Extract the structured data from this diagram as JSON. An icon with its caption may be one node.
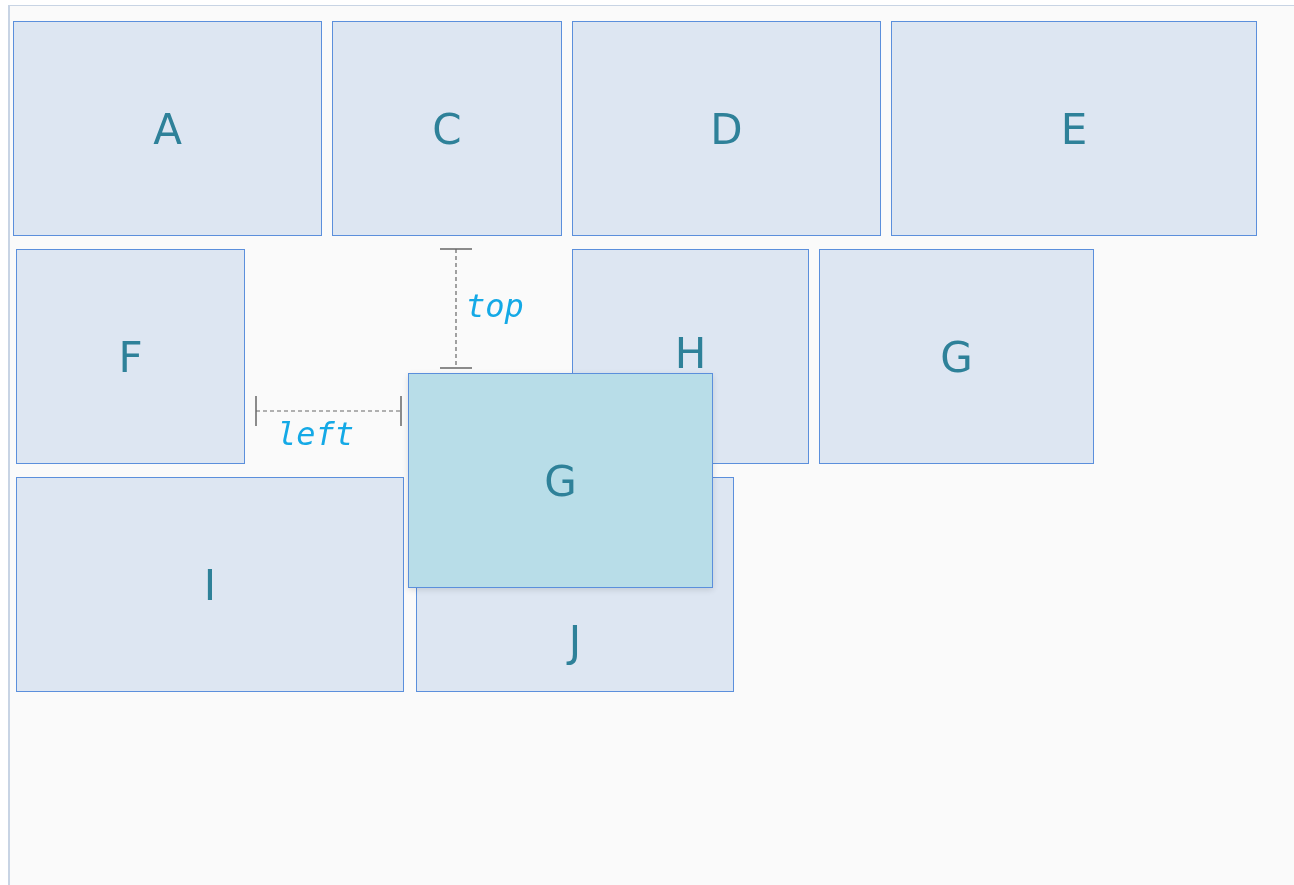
{
  "diagram": {
    "nodes": [
      {
        "text": [
          "A"
        ]
      },
      {
        "text": [
          "C"
        ]
      },
      {
        "text": [
          "D"
        ]
      },
      {
        "text": [
          "E"
        ]
      },
      {
        "text": [
          "F"
        ]
      },
      {
        "text": [
          "H"
        ]
      },
      {
        "text": [
          "G"
        ]
      },
      {
        "text": [
          "I"
        ]
      },
      {
        "text": [
          "J"
        ]
      },
      {
        "text": [
          "G"
        ]
      }
    ],
    "edges": [],
    "labels": [
      "top",
      "left"
    ]
  }
}
